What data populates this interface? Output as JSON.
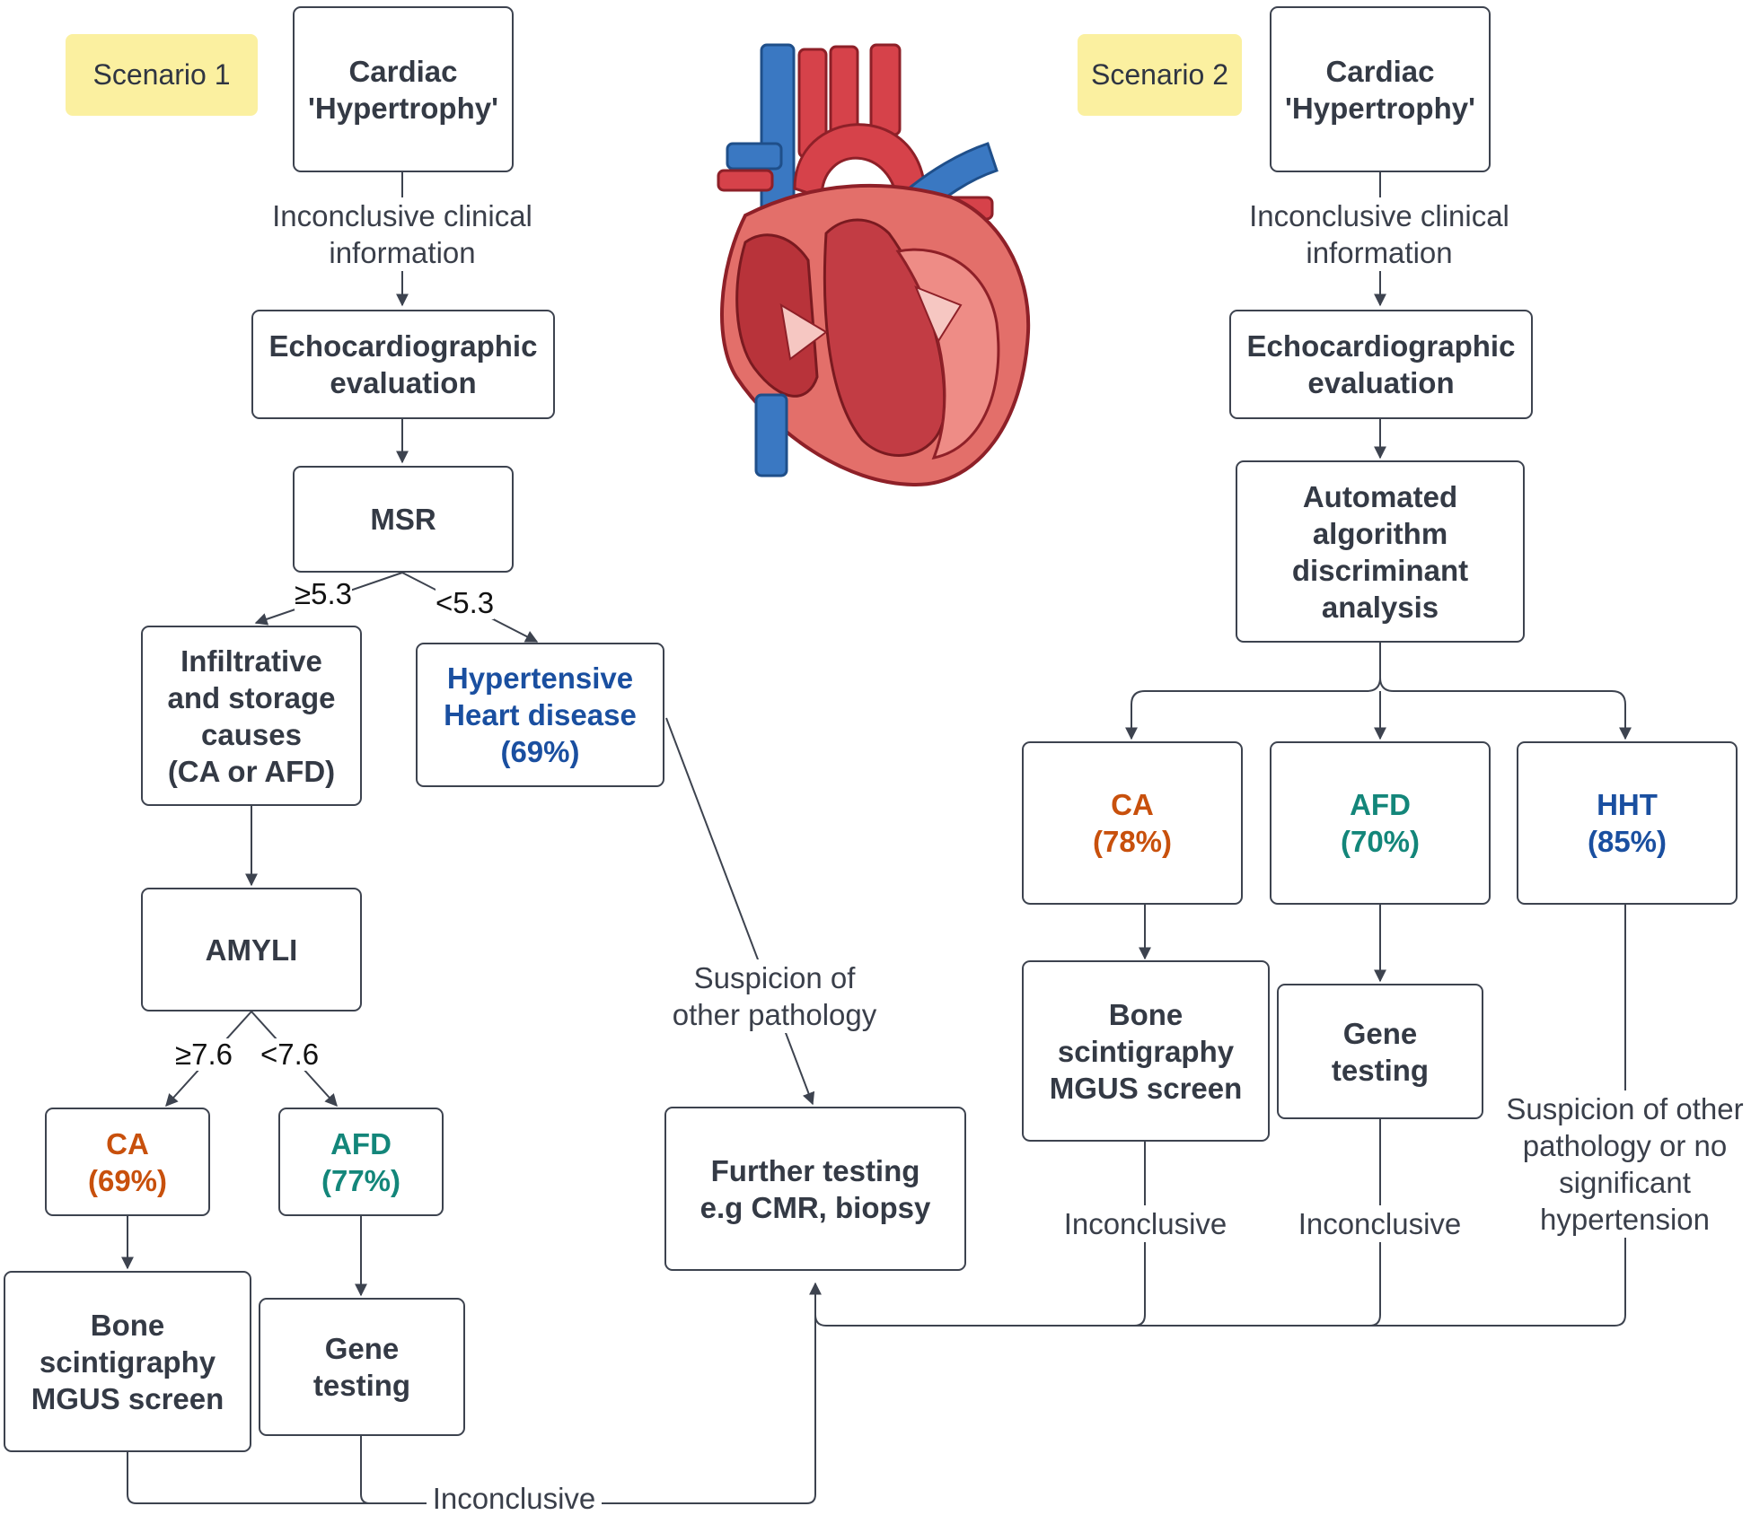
{
  "colors": {
    "ca": "#c8500c",
    "afd": "#13867a",
    "hypertensive": "#1a4fa0",
    "scenario_tag": "#fbf0a0",
    "connector": "#3d434f"
  },
  "icons": {
    "heart": "anatomical-heart-illustration"
  },
  "scenario1": {
    "tag": "Scenario 1",
    "start": "Cardiac\n'Hypertrophy'",
    "edge_info": "Inconclusive clinical\ninformation",
    "echo": "Echocardiographic\nevaluation",
    "msr": "MSR",
    "msr_high": "≥5.3",
    "msr_low": "<5.3",
    "infiltrative": "Infiltrative\nand storage\ncauses\n(CA or AFD)",
    "hypertensive": "Hypertensive\nHeart disease\n(69%)",
    "amyli": "AMYLI",
    "amyli_high": "≥7.6",
    "amyli_low": "<7.6",
    "ca": "CA\n(69%)",
    "afd": "AFD\n(77%)",
    "bone": "Bone\nscintigraphy\nMGUS screen",
    "gene": "Gene\ntesting",
    "inconclusive": "Inconclusive",
    "suspicion": "Suspicion of\nother pathology",
    "further": "Further testing\ne.g CMR, biopsy"
  },
  "scenario2": {
    "tag": "Scenario 2",
    "start": "Cardiac\n'Hypertrophy'",
    "edge_info": "Inconclusive clinical\ninformation",
    "echo": "Echocardiographic\nevaluation",
    "algorithm": "Automated\nalgorithm\ndiscriminant\nanalysis",
    "ca": "CA\n(78%)",
    "afd": "AFD\n(70%)",
    "hht": "HHT\n(85%)",
    "bone": "Bone\nscintigraphy\nMGUS screen",
    "gene": "Gene\ntesting",
    "inconclusive_ca": "Inconclusive",
    "inconclusive_afd": "Inconclusive",
    "suspicion_hht": "Suspicion of other\npathology or no\nsignificant\nhypertension"
  }
}
